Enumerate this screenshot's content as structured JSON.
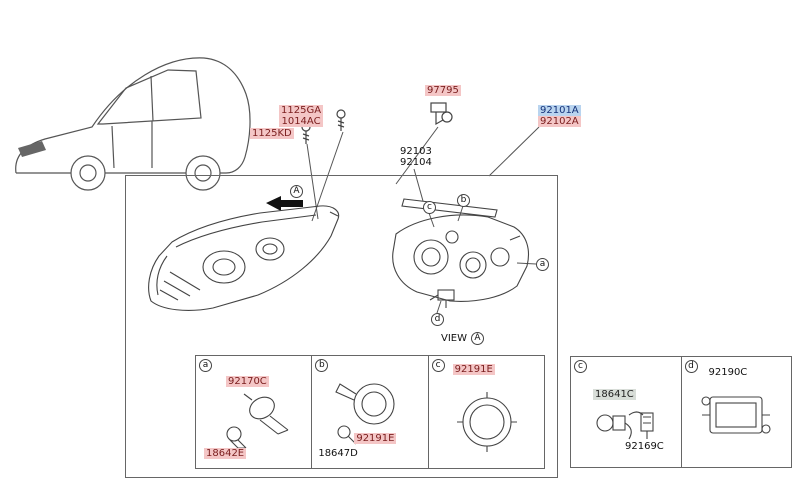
{
  "colors": {
    "highlight_pink": "#f4c6c6",
    "highlight_blue": "#b9d4ef",
    "highlight_gray": "#d8ddd8"
  },
  "callouts": {
    "fastener_a": {
      "line1": "1125GA",
      "line2": "1014AC"
    },
    "fastener_b": "1125KD",
    "sensor": "97795",
    "assembly": {
      "line1": "92101A",
      "line2": "92102A"
    },
    "bracket": {
      "line1": "92103",
      "line2": "92104"
    }
  },
  "view": {
    "label": "VIEW",
    "marker": "A"
  },
  "markers": {
    "a": "a",
    "b": "b",
    "c": "c",
    "d": "d",
    "arrow_view": "A"
  },
  "left_table": {
    "cell_a": {
      "marker": "a",
      "part1": "92170C",
      "part2": "18642E"
    },
    "cell_b": {
      "marker": "b",
      "part1": "18647D",
      "part2": "92191E"
    },
    "cell_c": {
      "marker": "c",
      "part1": "92191E"
    }
  },
  "right_table": {
    "cell_c": {
      "marker": "c",
      "part1": "18641C",
      "part2": "92169C"
    },
    "cell_d": {
      "marker": "d",
      "part1": "92190C"
    }
  }
}
